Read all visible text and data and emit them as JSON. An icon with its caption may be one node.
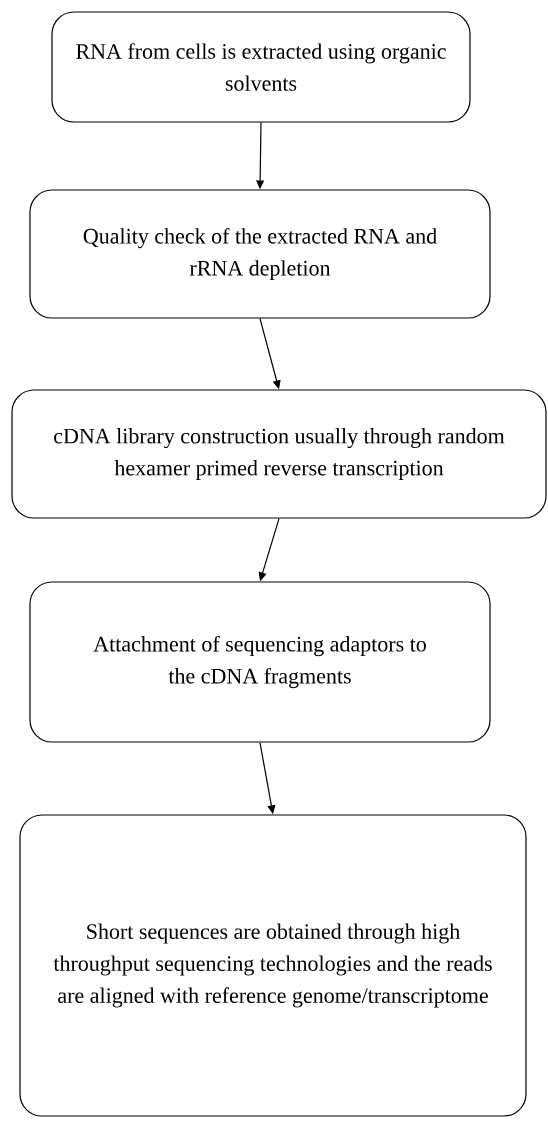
{
  "diagram": {
    "nodes": [
      {
        "text": [
          "RNA from cells is extracted using organic solvents"
        ]
      },
      {
        "text": [
          "Quality check of the extracted RNA and rRNA depletion"
        ]
      },
      {
        "text": [
          "cDNA  library construction usually through random hexamer primed reverse transcription"
        ]
      },
      {
        "text": [
          "Attachment of sequencing adaptors to the cDNA fragments"
        ]
      },
      {
        "text": [
          "Short sequences are obtained through high throughput sequencing technologies and the reads are aligned with reference genome/transcriptome"
        ]
      }
    ],
    "edges": [
      {
        "from": 0,
        "to": 1,
        "arrow": "to"
      },
      {
        "from": 1,
        "to": 2,
        "arrow": "to"
      },
      {
        "from": 2,
        "to": 3,
        "arrow": "to"
      },
      {
        "from": 3,
        "to": 4,
        "arrow": "to"
      }
    ]
  }
}
